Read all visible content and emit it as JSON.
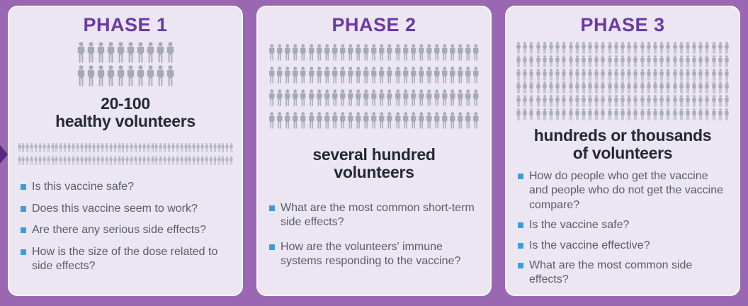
{
  "colors": {
    "background": "#9a68b2",
    "panel_bg": "#ebe6f1",
    "panel_border": "#f8f6fb",
    "title": "#6b3aa4",
    "heading": "#252838",
    "body": "#585d66",
    "bullet": "#3d9fd6",
    "arrow": "#58277f"
  },
  "panels": [
    {
      "title": "PHASE 1",
      "heading": "20-100\nhealthy volunteers",
      "grid_main": {
        "rows": 2,
        "cols": 10,
        "w": 13,
        "h": 30,
        "gx": 1,
        "gy": 3,
        "color": "#a7aab3"
      },
      "grid_small": {
        "rows": 2,
        "cols": 52,
        "w": 5.2,
        "h": 17,
        "gx": 0.7,
        "gy": 1.5,
        "color": "#b2b5bf"
      },
      "questions": [
        "Is this vaccine safe?",
        "Does this vaccine seem to work?",
        "Are there any serious side effects?",
        "How is the size of the dose related to side effects?"
      ]
    },
    {
      "title": "PHASE 2",
      "heading": "several hundred\nvolunteers",
      "grid_main": {
        "rows": 4,
        "cols": 27,
        "w": 9.5,
        "h": 28,
        "gx": 1.6,
        "gy": 4,
        "color": "#a7aab3"
      },
      "questions": [
        "What are the most common short-term side effects?",
        "How are the volunteers' immune systems responding to the vaccine?"
      ]
    },
    {
      "title": "PHASE 3",
      "heading": "hundreds or thousands\nof volunteers",
      "grid_main": {
        "rows": 6,
        "cols": 33,
        "w": 8,
        "h": 17,
        "gx": 1.2,
        "gy": 1.8,
        "color": "#aaadb7"
      },
      "questions": [
        "How do people who get the vaccine and people who do not get the vaccine compare?",
        "Is the vaccine safe?",
        "Is the vaccine effective?",
        "What are the most common side effects?"
      ]
    }
  ]
}
